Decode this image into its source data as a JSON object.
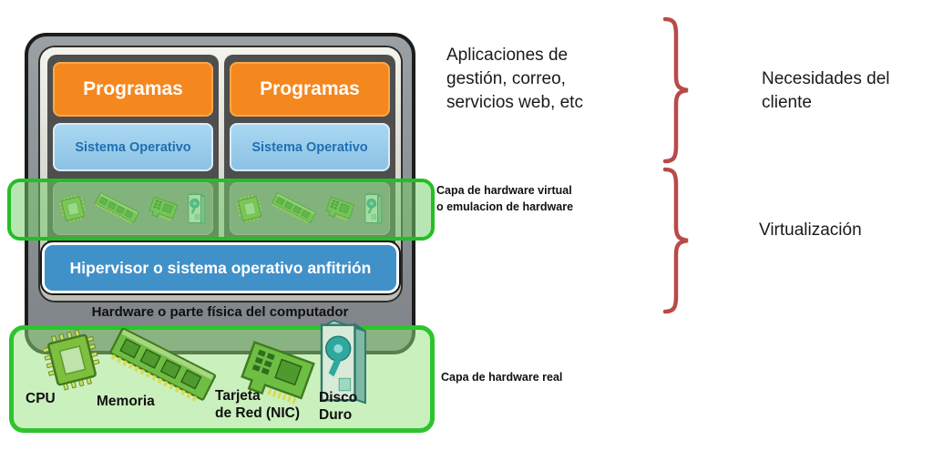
{
  "diagram": {
    "vm_columns": [
      {
        "programs_label": "Programas",
        "os_label": "Sistema Operativo"
      },
      {
        "programs_label": "Programas",
        "os_label": "Sistema Operativo"
      }
    ],
    "hypervisor_label": "Hipervisor o sistema operativo anfitrión",
    "physical_hardware_label": "Hardware o parte física del computador",
    "real_hardware_items": [
      {
        "label": "CPU",
        "icon": "cpu-icon"
      },
      {
        "label": "Memoria",
        "icon": "ram-icon"
      },
      {
        "label": "Tarjeta\nde Red (NIC)",
        "icon": "network-card-icon"
      },
      {
        "label": "Disco\nDuro",
        "icon": "hard-disk-icon"
      }
    ],
    "virtual_hardware_icons": [
      "cpu-icon",
      "ram-icon",
      "network-card-icon",
      "hard-disk-icon"
    ]
  },
  "annotations": {
    "applications": "Aplicaciones de\ngestión, correo,\nservicios web, etc",
    "virtual_hw_layer": "Capa de hardware virtual\no emulacion de hardware",
    "real_hw_layer": "Capa de hardware real",
    "client_needs": "Necesidades del\ncliente",
    "virtualization": "Virtualización"
  },
  "colors": {
    "outer_box": "#8a8f93",
    "programs_box": "#f5871f",
    "os_box": "#9fd0ee",
    "hypervisor_bar": "#4191c9",
    "green_overlay_border": "#24be24",
    "brace_red": "#b94a48"
  }
}
